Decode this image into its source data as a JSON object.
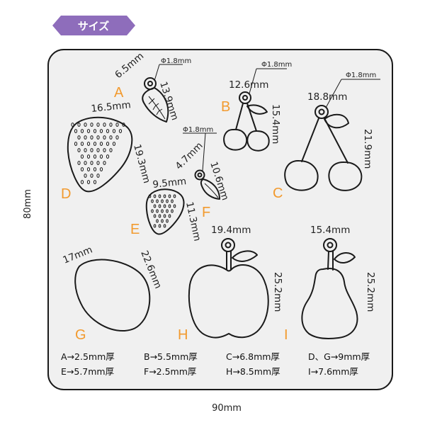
{
  "header": {
    "badge_label": "サイズ",
    "badge_color": "#8e6dbb"
  },
  "panel": {
    "width_label": "90mm",
    "height_label": "80mm",
    "background": "#f0f0f0"
  },
  "letter_color": "#f29a2e",
  "charms": {
    "A": {
      "letter": "A",
      "width": "6.5mm",
      "height": "13.9mm",
      "hole": "Φ1.8mm"
    },
    "B": {
      "letter": "B",
      "width": "12.6mm",
      "height": "15.4mm",
      "hole": "Φ1.8mm"
    },
    "C": {
      "letter": "C",
      "width": "18.8mm",
      "height": "21.9mm",
      "hole": "Φ1.8mm"
    },
    "D": {
      "letter": "D",
      "width": "16.5mm",
      "height": "19.3mm"
    },
    "E": {
      "letter": "E",
      "width": "9.5mm",
      "height": "11.3mm"
    },
    "F": {
      "letter": "F",
      "width": "4.7mm",
      "height": "10.6mm",
      "hole": "Φ1.8mm"
    },
    "G": {
      "letter": "G",
      "width": "17mm",
      "height": "22.6mm"
    },
    "H": {
      "letter": "H",
      "width": "19.4mm",
      "height": "25.2mm"
    },
    "I": {
      "letter": "I",
      "width": "15.4mm",
      "height": "25.2mm"
    }
  },
  "thickness": [
    "A→2.5mm厚",
    "B→5.5mm厚",
    "C→6.8mm厚",
    "D、G→9mm厚",
    "E→5.7mm厚",
    "F→2.5mm厚",
    "H→8.5mm厚",
    "I→7.6mm厚"
  ]
}
